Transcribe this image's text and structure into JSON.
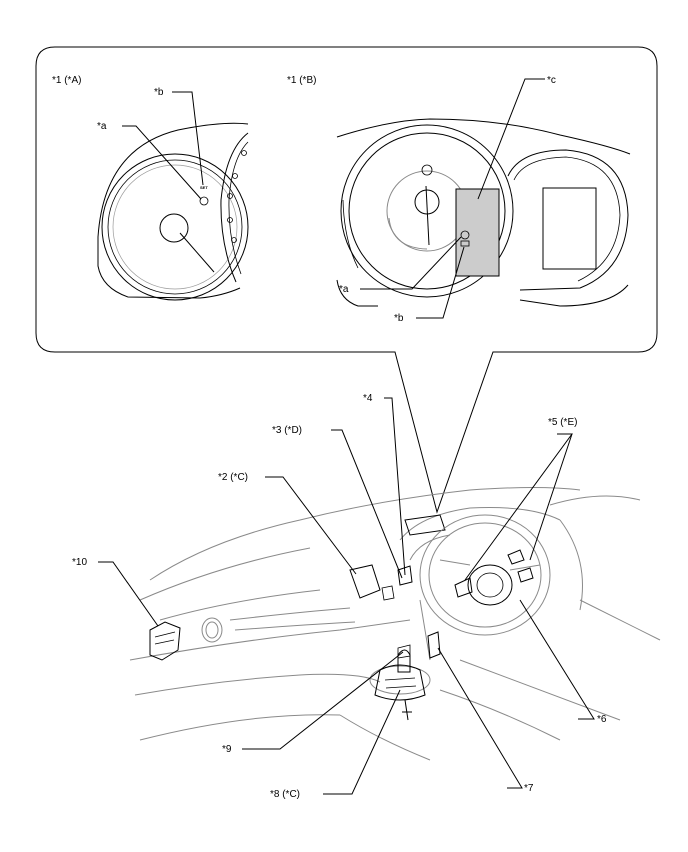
{
  "callout": {
    "view_a_label": "*1 (*A)",
    "view_b_label": "*1 (*B)",
    "a_left": "*a",
    "b_left": "*b",
    "a_right": "*a",
    "b_right": "*b",
    "c_right": "*c",
    "set_text": "SET"
  },
  "labels": {
    "l4": "*4",
    "l3": "*3 (*D)",
    "l5": "*5 (*E)",
    "l2": "*2 (*C)",
    "l10": "*10",
    "l6": "*6",
    "l9": "*9",
    "l7": "*7",
    "l8": "*8 (*C)"
  },
  "colors": {
    "line": "#000000",
    "outline_gray": "#8a8a8a",
    "highlight_fill": "#cccccc"
  }
}
